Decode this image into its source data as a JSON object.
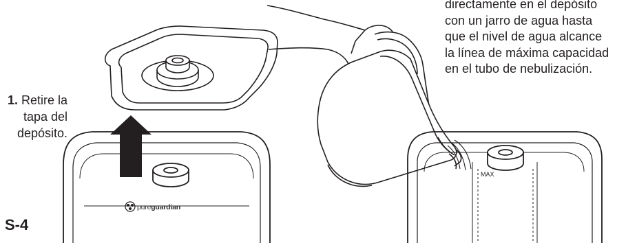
{
  "step1": {
    "number": "1.",
    "line1_rest": " Retire la",
    "line2": "tapa del",
    "line3": "depósito."
  },
  "step2": {
    "line1": "directamente en el depósito",
    "line2": "con un jarro de agua hasta",
    "line3": "que el nivel de agua alcance",
    "line4": "la línea de máxima capacidad",
    "line5": "en el tubo de nebulización."
  },
  "page_label": "S-4",
  "brand": {
    "light": "pure",
    "bold": "guardian"
  },
  "max_label": "MAX",
  "colors": {
    "ink": "#231f20",
    "arrow": "#231f20",
    "panel": "#f2f2f2"
  }
}
